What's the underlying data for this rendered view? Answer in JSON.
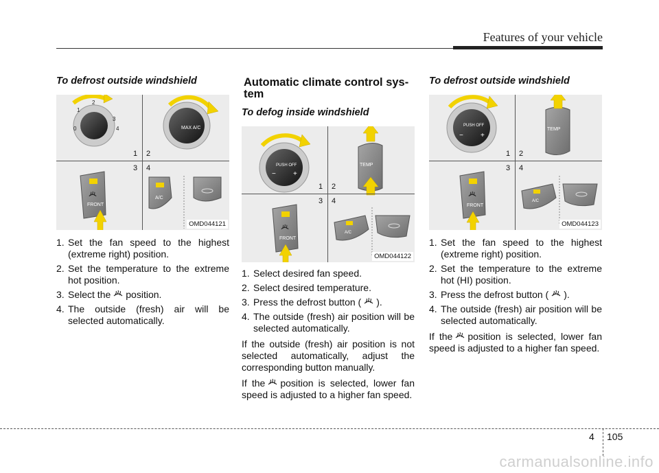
{
  "header": {
    "title": "Features of your vehicle"
  },
  "col1": {
    "heading": "To defrost outside windshield",
    "figure": {
      "caption": "OMD044121",
      "n1": "1",
      "n2": "2",
      "n3": "3",
      "n4": "4",
      "btn_front": "FRONT",
      "btn_ac": "A/C",
      "knob_label": "MAX A/C"
    },
    "steps": [
      {
        "num": "1.",
        "text": "Set the fan speed to the highest (extreme right) position."
      },
      {
        "num": "2.",
        "text": "Set the temperature to the extreme hot position."
      },
      {
        "num": "3.",
        "before": "Select the",
        "after": "position."
      },
      {
        "num": "4.",
        "text": "The outside (fresh) air will be selected automatically."
      }
    ]
  },
  "col2": {
    "section_heading": "Automatic climate control sys-tem",
    "heading": "To defog inside windshield",
    "figure": {
      "caption": "OMD044122",
      "n1": "1",
      "n2": "2",
      "n3": "3",
      "n4": "4",
      "btn_front": "FRONT",
      "btn_ac": "A/C",
      "temp_label": "TEMP",
      "push_off": "PUSH OFF"
    },
    "steps": [
      {
        "num": "1.",
        "text": "Select desired fan speed."
      },
      {
        "num": "2.",
        "text": "Select desired temperature."
      },
      {
        "num": "3.",
        "before": "Press the defrost button (",
        "after": ")."
      },
      {
        "num": "4.",
        "text": "The outside (fresh) air position will be selected automatically."
      }
    ],
    "para1": "If the outside (fresh) air position is not selected automatically, adjust the corresponding button manually.",
    "para2_before": "If the",
    "para2_after": "position is selected, lower fan speed is adjusted to a higher fan speed."
  },
  "col3": {
    "heading": "To defrost outside windshield",
    "figure": {
      "caption": "OMD044123",
      "n1": "1",
      "n2": "2",
      "n3": "3",
      "n4": "4",
      "btn_front": "FRONT",
      "btn_ac": "A/C",
      "temp_label": "TEMP",
      "push_off": "PUSH OFF"
    },
    "steps": [
      {
        "num": "1.",
        "text": "Set the fan speed to the highest (extreme right) position."
      },
      {
        "num": "2.",
        "text": "Set the temperature to the extreme hot (HI) position."
      },
      {
        "num": "3.",
        "before": "Press the defrost button (",
        "after": ")."
      },
      {
        "num": "4.",
        "text": "The outside (fresh) air position will be selected automatically."
      }
    ],
    "para2_before": "If the",
    "para2_after": "position is selected, lower fan speed is adjusted to a higher fan speed."
  },
  "footer": {
    "chapter": "4",
    "page": "105"
  },
  "watermark": "carmanualsonline.info",
  "colors": {
    "arrow_yellow": "#f2d200",
    "panel_bg": "#ececec",
    "button_gray": "#8a8a8a"
  }
}
